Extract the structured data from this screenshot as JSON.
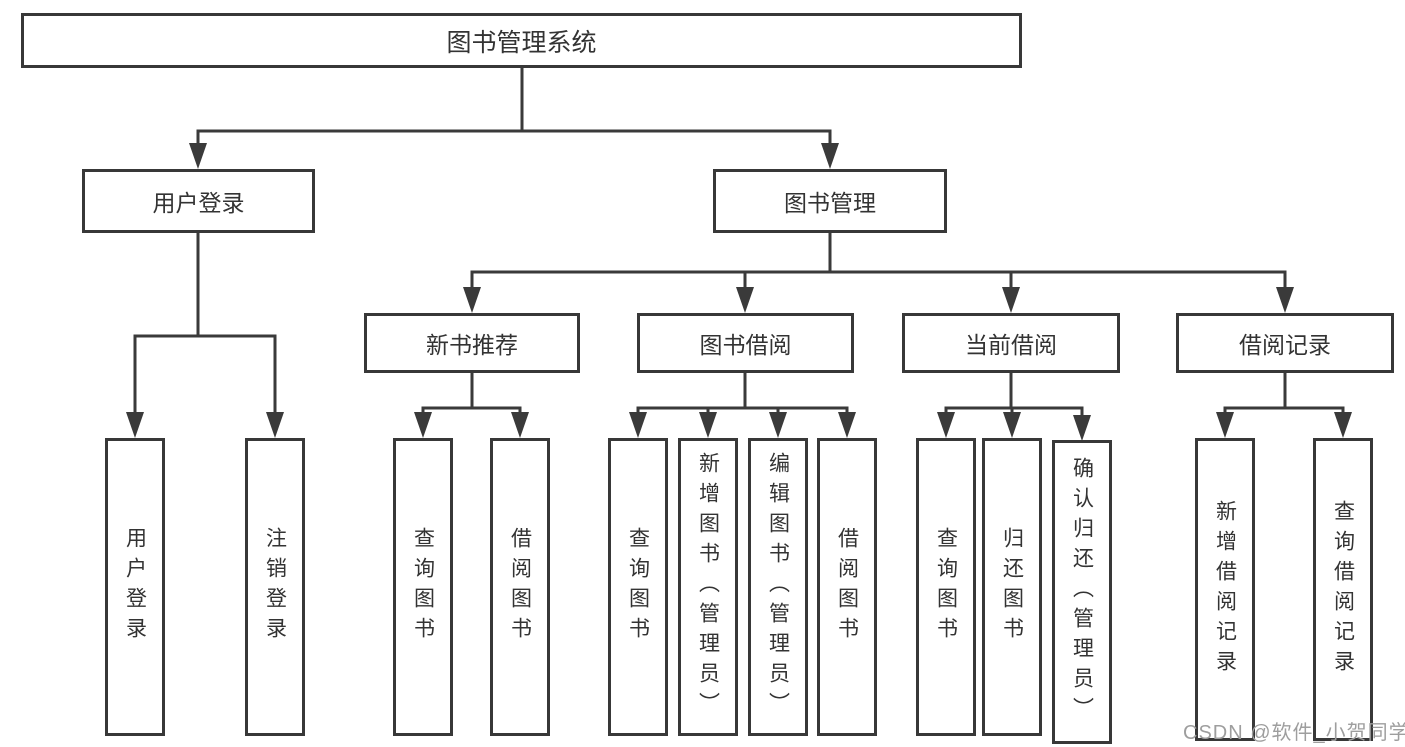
{
  "diagram": {
    "root": {
      "label": "图书管理系统"
    },
    "branches": [
      {
        "label": "用户登录",
        "children": [
          {
            "label": "用户登录"
          },
          {
            "label": "注销登录"
          }
        ]
      },
      {
        "label": "图书管理",
        "children": [
          {
            "label": "新书推荐",
            "children": [
              {
                "label": "查询图书"
              },
              {
                "label": "借阅图书"
              }
            ]
          },
          {
            "label": "图书借阅",
            "children": [
              {
                "label": "查询图书"
              },
              {
                "label": "新增图书（管理员）"
              },
              {
                "label": "编辑图书（管理员）"
              },
              {
                "label": "借阅图书"
              }
            ]
          },
          {
            "label": "当前借阅",
            "children": [
              {
                "label": "查询图书"
              },
              {
                "label": "归还图书"
              },
              {
                "label": "确认归还（管理员）"
              }
            ]
          },
          {
            "label": "借阅记录",
            "children": [
              {
                "label": "新增借阅记录"
              },
              {
                "label": "查询借阅记录"
              }
            ]
          }
        ]
      }
    ],
    "colors": {
      "line": "#3a3a3a",
      "border": "#383838",
      "text": "#333333",
      "background": "#ffffff"
    }
  },
  "watermark": {
    "text": "CSDN @软件_小贺同学",
    "color": "#9e9e9e"
  }
}
